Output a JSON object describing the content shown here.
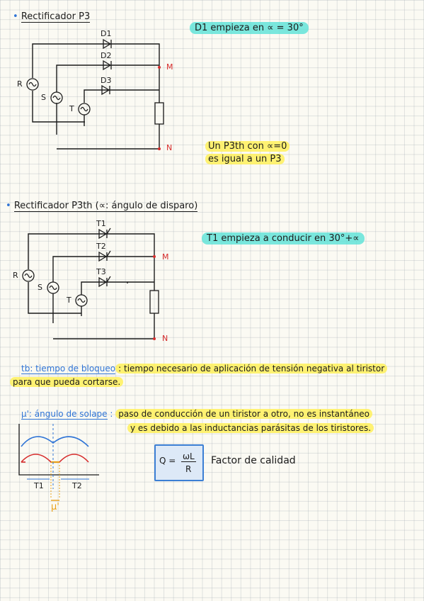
{
  "section1": {
    "bullet": "•",
    "title": "Rectificador P3",
    "note_top": "D1 empieza en ∝ = 30°",
    "note_bottom_line1": "Un P3th con ∝=0",
    "note_bottom_line2": "es igual a un P3",
    "labels": {
      "d1": "D1",
      "d2": "D2",
      "d3": "D3",
      "r": "R",
      "s": "S",
      "t": "T",
      "m": "M",
      "n": "N"
    }
  },
  "section2": {
    "bullet": "•",
    "title": "Rectificador P3th (∝: ángulo de disparo)",
    "note": "T1 empieza a conducir en 30°+∝",
    "labels": {
      "t1": "T1",
      "t2": "T2",
      "t3": "T3",
      "r": "R",
      "s": "S",
      "t": "T",
      "m": "M",
      "n": "N"
    }
  },
  "tb": {
    "term": "tb: tiempo de bloqueo",
    "colon": ":",
    "def_line1": "tiempo necesario de aplicación de tensión negativa al tiristor",
    "def_line2": "para que pueda cortarse."
  },
  "mu": {
    "term": "μ': ángulo de solape",
    "colon": ":",
    "def_line1": "paso de conducción de un tiristor a otro, no es instantáneo",
    "def_line2": "y es debido a las inductancias parásitas de los tiristores.",
    "graph_labels": {
      "t1": "T1",
      "t2": "T2",
      "mu": "μ'"
    }
  },
  "quality": {
    "q": "Q =",
    "num": "ωL",
    "den": "R",
    "label": "Factor de calidad"
  },
  "colors": {
    "cyan": "#56e2d6",
    "yellow": "#fff05a",
    "blue": "#2f74d6",
    "red": "#d62b2b",
    "orange": "#e8a019"
  }
}
